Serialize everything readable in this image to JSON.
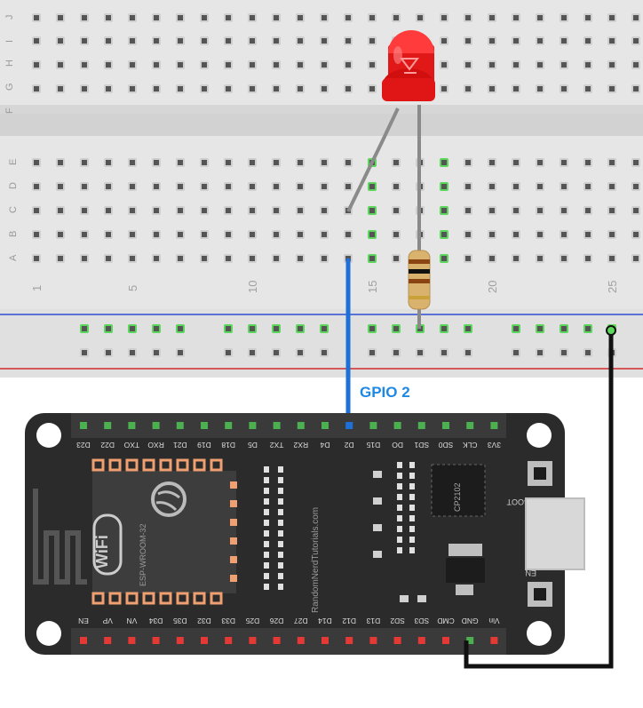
{
  "breadboard": {
    "row_letters_top": [
      "J",
      "I",
      "H",
      "G",
      "F"
    ],
    "row_letters_bottom": [
      "E",
      "D",
      "C",
      "B",
      "A"
    ],
    "column_numbers": [
      "1",
      "5",
      "10",
      "15",
      "20",
      "25"
    ]
  },
  "wire_label": "GPIO 2",
  "board": {
    "top_pins": [
      "D23",
      "D22",
      "TXO",
      "RXO",
      "D21",
      "D19",
      "D18",
      "D5",
      "TX2",
      "RX2",
      "D4",
      "D2",
      "D15",
      "DO",
      "SD1",
      "SD0",
      "CLK",
      "3V3"
    ],
    "bottom_pins": [
      "EN",
      "VP",
      "VN",
      "D34",
      "D35",
      "D32",
      "D33",
      "D25",
      "D26",
      "D27",
      "D14",
      "D12",
      "D13",
      "SD2",
      "SD3",
      "CMD",
      "GND",
      "Vin"
    ],
    "module_label": "ESP-WROOM-32",
    "wifi_logo_text": "WiFi",
    "website": "RandomNerdTutorials.com",
    "chip_label": "CP2102",
    "boot_label": "BOOT",
    "en_label": "EN"
  },
  "colors": {
    "breadboard": "#e6e6e6",
    "hole": "#555555",
    "led": "#ee2222",
    "wire_signal": "#1e6fd8",
    "wire_ground": "#111111",
    "board": "#2b2b2b",
    "active_hole": "#5cd65c"
  }
}
